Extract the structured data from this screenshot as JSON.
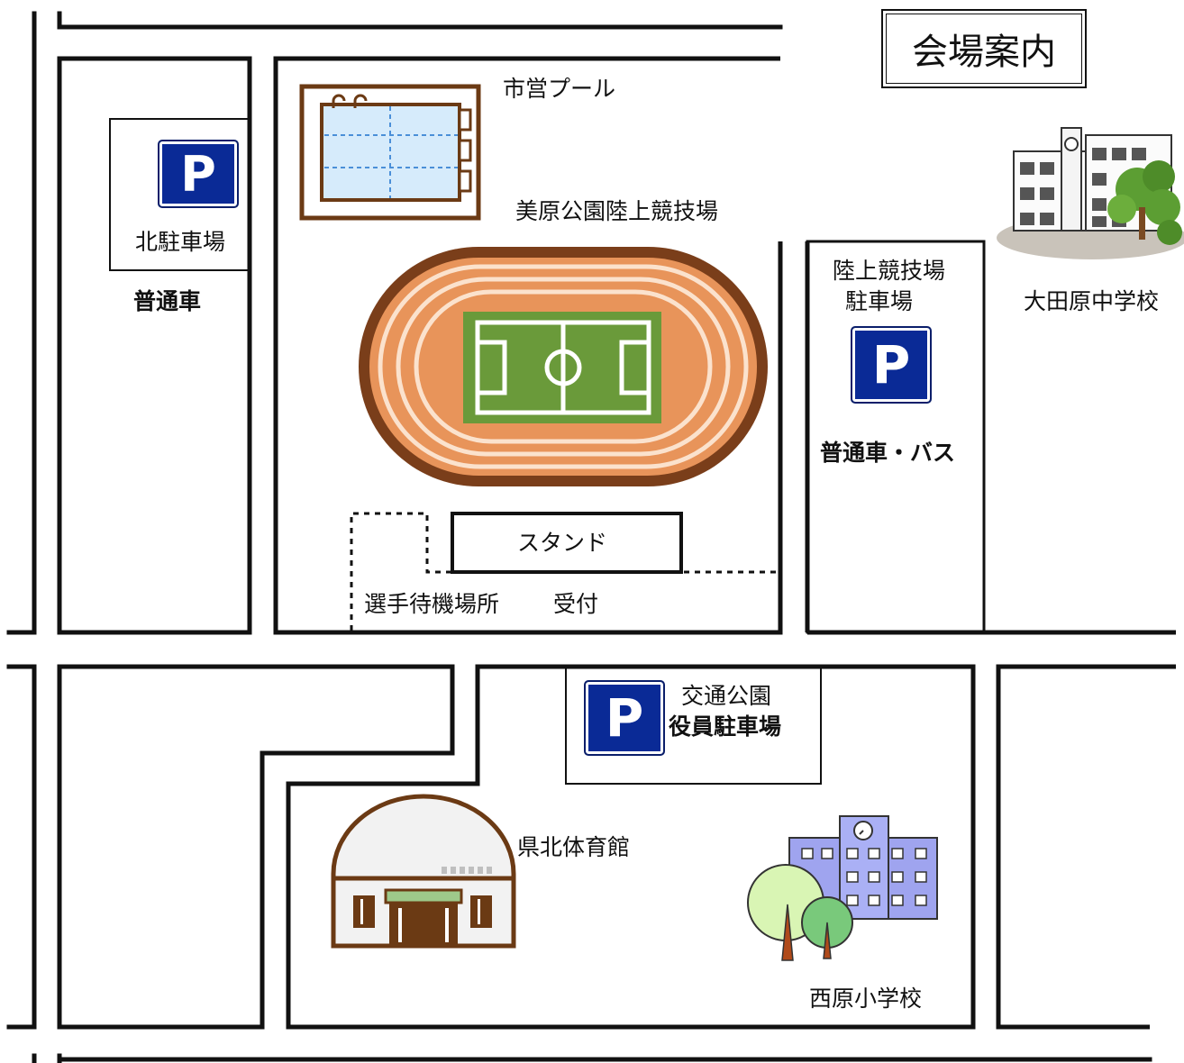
{
  "title": "会場案内",
  "labels": {
    "pool": "市営プール",
    "stadium": "美原公園陸上競技場",
    "north_parking": "北駐車場",
    "north_parking_type": "普通車",
    "stadium_parking_l1": "陸上競技場",
    "stadium_parking_l2": "駐車場",
    "stadium_parking_type": "普通車・バス",
    "junior_high": "大田原中学校",
    "stand": "スタンド",
    "waiting_area": "選手待機場所",
    "reception": "受付",
    "traffic_park": "交通公園",
    "staff_parking": "役員駐車場",
    "gymnasium": "県北体育館",
    "elementary": "西原小学校"
  },
  "parking_symbol": "P",
  "colors": {
    "parking_blue": "#0a2a96",
    "track": "#e8945a",
    "track_edge": "#7a3e1a",
    "field": "#6a9a3a",
    "pool_water": "#d6ebfb",
    "school_blue": "#9fa4ef"
  }
}
